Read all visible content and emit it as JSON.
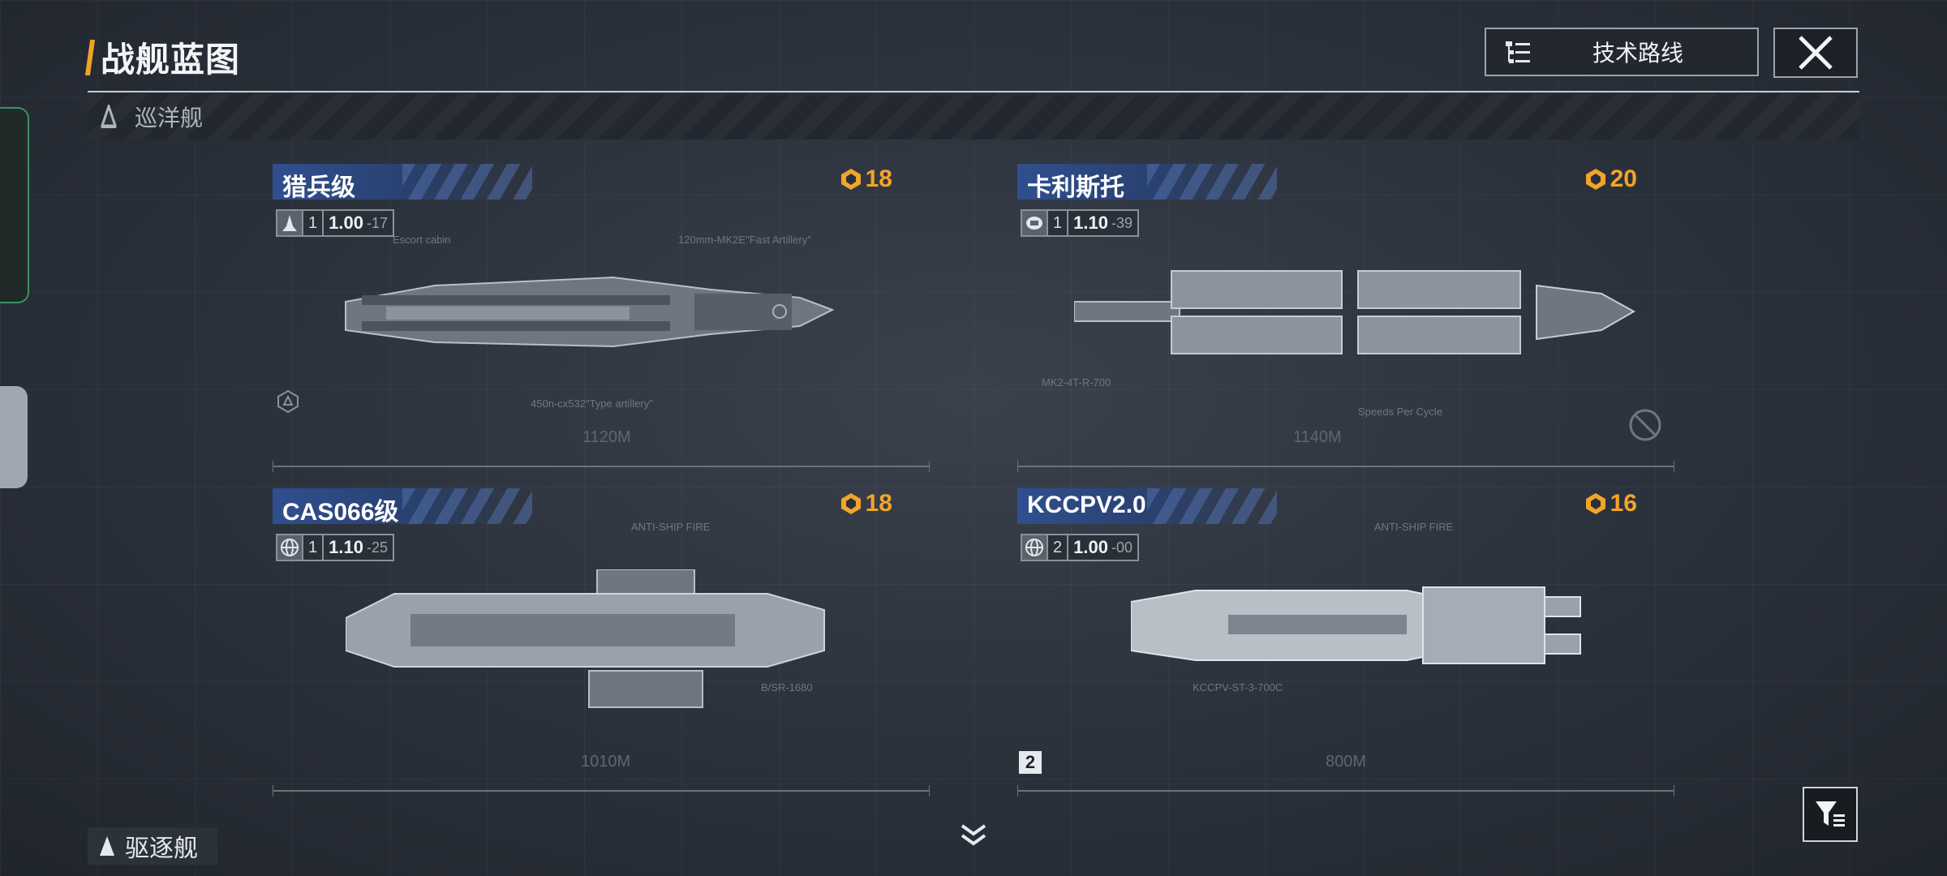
{
  "header": {
    "title": "战舰蓝图",
    "tech_button_label": "技术路线"
  },
  "sections": {
    "current": "巡洋舰",
    "next": "驱逐舰"
  },
  "colors": {
    "accent": "#f0a12a",
    "cost": "#f3a42a",
    "name_band": "#2f4f8f",
    "background": "#2b313b"
  },
  "cards": [
    {
      "name": "猎兵级",
      "cost": "18",
      "stat_icon": "fighter-icon",
      "tier": "1",
      "value_main": "1.00",
      "value_sub": "-17",
      "length": "1120M",
      "annotations": [
        "Escort cabin",
        "120mm-MK2E\"Fast Artillery\"",
        "450n-cx532\"Type artillery\""
      ]
    },
    {
      "name": "卡利斯托",
      "cost": "20",
      "stat_icon": "carrier-icon",
      "tier": "1",
      "value_main": "1.10",
      "value_sub": "-39",
      "length": "1140M",
      "annotations": [
        "MK2-4T-R-700",
        "Speeds Per Cycle"
      ]
    },
    {
      "name": "CAS066级",
      "cost": "18",
      "stat_icon": "globe-icon",
      "tier": "1",
      "value_main": "1.10",
      "value_sub": "-25",
      "length": "1010M",
      "annotations": [
        "ANTI-SHIP FIRE",
        "B/SR-1680"
      ]
    },
    {
      "name": "KCCPV2.0",
      "cost": "16",
      "stat_icon": "globe-icon",
      "tier": "2",
      "value_main": "1.00",
      "value_sub": "-00",
      "length": "800M",
      "annotations": [
        "ANTI-SHIP FIRE",
        "KCCPV-ST-3-700C"
      ]
    }
  ]
}
